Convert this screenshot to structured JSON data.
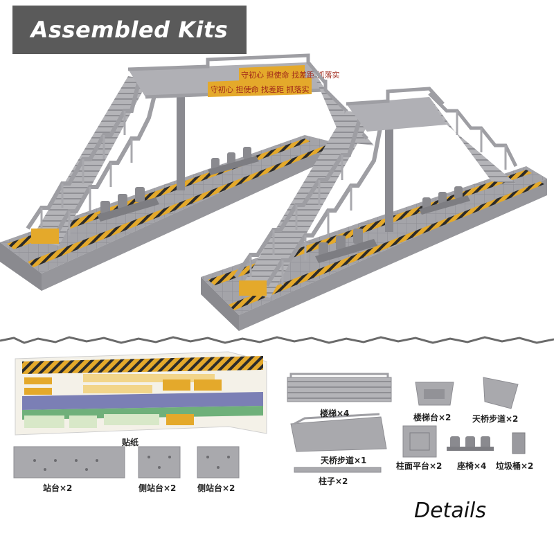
{
  "header": {
    "title": "Assembled Kits"
  },
  "footer": {
    "details_label": "Details"
  },
  "banner": {
    "top_text": "守初心 担使命 找差距 抓落实",
    "bottom_text": "守初心 担使命 找差距 抓落实"
  },
  "sticker_sheet": {
    "caption": "贴纸"
  },
  "parts": {
    "platform": "站台×2",
    "side_platform_a": "侧站台×2",
    "side_platform_b": "侧站台×2",
    "stairs": "楼梯×4",
    "stair_landing": "楼梯台×2",
    "bridge_walkway_small": "天桥步道×2",
    "bridge_walkway_large": "天桥步道×1",
    "column_top": "柱面平台×2",
    "bench": "座椅×4",
    "trash_bin": "垃圾桶×2",
    "pillar": "柱子×2"
  },
  "colors": {
    "plastic_gray": "#a9a9ad",
    "plastic_dark": "#7d7d82",
    "hazard_yellow": "#e4a92b",
    "title_bg": "#5a5a5a"
  }
}
